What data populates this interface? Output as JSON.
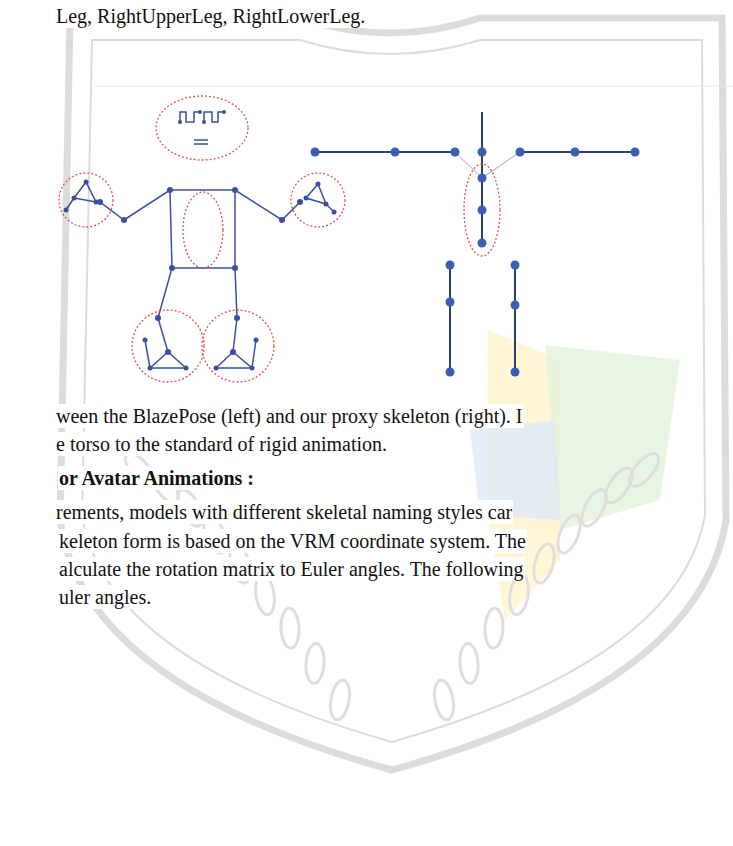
{
  "diagram": {
    "title": "or Avatar Animations :",
    "labels": [
      "Leg, RightUpperLeg, RightLowerLeg.",
      "ween the BlazePose (left) and our proxy skeleton (right). I",
      "e torso to the standard of rigid animation.",
      "rements, models with different skeletal naming styles car",
      "keleton form is based on the VRM coordinate system. The",
      "alculate the rotation matrix to Euler angles. The following",
      "uler angles."
    ]
  }
}
